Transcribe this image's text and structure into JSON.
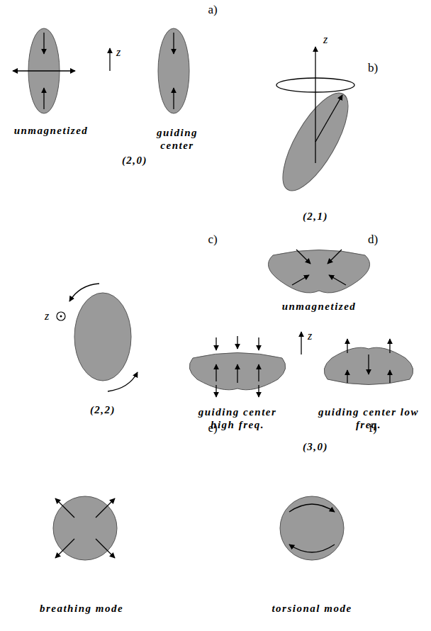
{
  "diagram": {
    "labels": [
      "a)",
      "b)",
      "z",
      "z",
      "unmagnetized",
      "guiding center",
      "(2,0)",
      "(2,1)",
      "c)",
      "d)",
      "z",
      "(2,2)",
      "unmagnetized",
      "z",
      "guiding center high freq.",
      "guiding center low freq.",
      "(3,0)",
      "e)",
      "f)",
      "breathing mode",
      "torsional mode"
    ]
  }
}
